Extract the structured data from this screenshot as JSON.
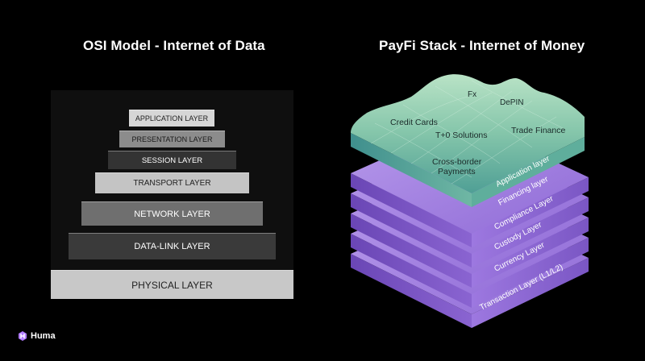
{
  "left": {
    "title": "OSI Model - Internet of Data",
    "layers": [
      {
        "label": "APPLICATION LAYER",
        "bg": "#d6d6d6",
        "fg": "#222222"
      },
      {
        "label": "PRESENTATION LAYER",
        "bg": "#8c8c8c",
        "fg": "#1a1a1a"
      },
      {
        "label": "SESSION LAYER",
        "bg": "#333333",
        "fg": "#ffffff"
      },
      {
        "label": "TRANSPORT LAYER",
        "bg": "#c4c4c4",
        "fg": "#222222"
      },
      {
        "label": "NETWORK LAYER",
        "bg": "#6f6f6f",
        "fg": "#ffffff"
      },
      {
        "label": "DATA-LINK LAYER",
        "bg": "#3a3a3a",
        "fg": "#ffffff"
      },
      {
        "label": "PHYSICAL LAYER",
        "bg": "#c8c8c8",
        "fg": "#222222"
      }
    ]
  },
  "right": {
    "title": "PayFi Stack - Internet of Money",
    "layers": [
      "Application layer",
      "Financing layer",
      "Compliance Layer",
      "Custody Layer",
      "Currency Layer",
      "Transaction Layer (L1/L2)"
    ],
    "terrain_labels": [
      "Fx",
      "DePIN",
      "Credit Cards",
      "T+0 Solutions",
      "Trade Finance",
      "Cross-border",
      "Payments"
    ],
    "colors": {
      "slab_light": "#a98ae6",
      "slab_mid": "#8a65d2",
      "slab_dark": "#5b3a9e",
      "terrain_top": "#9fd3b6",
      "terrain_bottom": "#5aa79a"
    }
  },
  "logo": {
    "text": "Huma",
    "icon": "huma-logo-icon",
    "accent": "#b07cff"
  }
}
